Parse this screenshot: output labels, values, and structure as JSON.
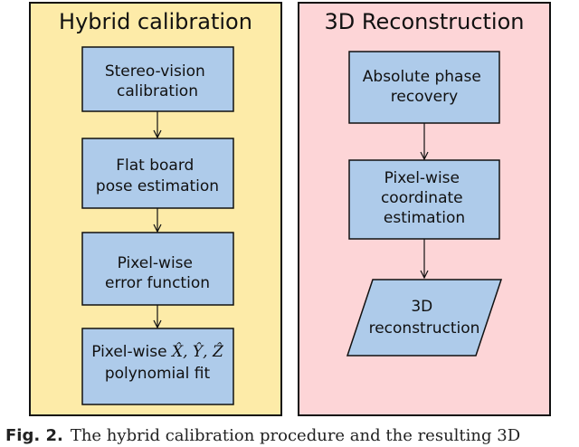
{
  "colors": {
    "left_panel_fill": "#fdeba8",
    "right_panel_fill": "#fdd5d7",
    "box_fill": "#aecbea",
    "stroke": "#111111"
  },
  "panels": {
    "left": {
      "title": "Hybrid calibration",
      "boxes": [
        {
          "lines": [
            "Stereo-vision",
            "calibration"
          ]
        },
        {
          "lines": [
            "Flat board",
            "pose estimation"
          ]
        },
        {
          "lines": [
            "Pixel-wise",
            "error function"
          ]
        },
        {
          "line1_prefix": "Pixel-wise",
          "line1_math": "X̂, Ŷ, Ẑ",
          "line2": "polynomial fit"
        }
      ]
    },
    "right": {
      "title": "3D Reconstruction",
      "boxes": [
        {
          "lines": [
            "Absolute phase",
            "recovery"
          ]
        },
        {
          "lines": [
            "Pixel-wise",
            "coordinate",
            "estimation"
          ]
        }
      ],
      "output": {
        "lines": [
          "3D",
          "reconstruction"
        ]
      }
    }
  },
  "caption": {
    "label": "Fig. 2.",
    "text": "The hybrid calibration procedure and the resulting 3D"
  }
}
